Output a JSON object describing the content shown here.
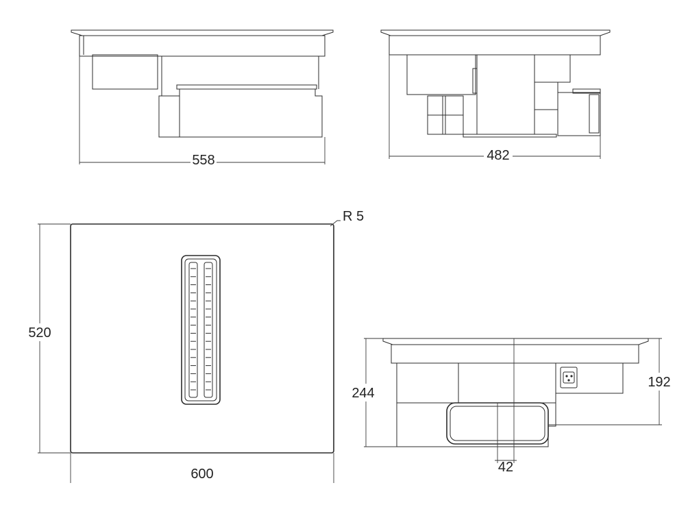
{
  "dimensions": {
    "front_width": "558",
    "side_depth": "482",
    "corner_radius": "R 5",
    "top_depth": "520",
    "top_width": "600",
    "total_height": "244",
    "body_height": "192",
    "outlet_width": "42"
  },
  "colors": {
    "line": "#2b2b2b",
    "background": "#ffffff"
  }
}
